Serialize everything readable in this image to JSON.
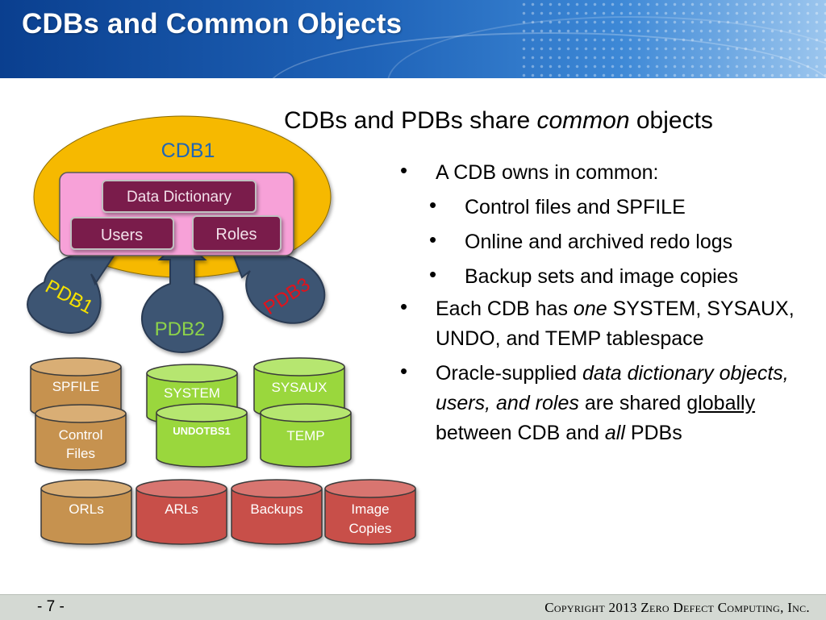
{
  "header": {
    "title": "CDBs and Common Objects"
  },
  "diagram": {
    "cdb_label": "CDB1",
    "data_dictionary_label": "Data Dictionary",
    "users_label": "Users",
    "roles_label": "Roles",
    "pdb1_label": "PDB1",
    "pdb2_label": "PDB2",
    "pdb3_label": "PDB3",
    "cylinders": {
      "spfile": "SPFILE",
      "control_files_1": "Control",
      "control_files_2": "Files",
      "system": "SYSTEM",
      "sysaux": "SYSAUX",
      "undotbs1": "UNDOTBS1",
      "temp": "TEMP",
      "orls": "ORLs",
      "arls": "ARLs",
      "backups": "Backups",
      "image_copies_1": "Image",
      "image_copies_2": "Copies"
    }
  },
  "content": {
    "subtitle": {
      "a": "CDBs and PDBs share ",
      "em": "common",
      "b": " objects"
    },
    "bullet1": "A CDB owns in common:",
    "sub1": "Control files and SPFILE",
    "sub2": "Online and archived redo logs",
    "sub3": "Backup sets and image copies",
    "bullet2": {
      "a": "Each CDB has ",
      "em": "one",
      "b": " SYSTEM, SYSAUX, UNDO, and TEMP tablespace"
    },
    "bullet3": {
      "a": "Oracle-supplied ",
      "em": "data dictionary objects, users, and roles",
      "b": " are shared ",
      "u": "globally",
      "c": " between CDB and ",
      "em2": "all",
      "d": " PDBs"
    }
  },
  "colors": {
    "header_blue": "#1f63b8",
    "cdb_ellipse": "#f6b900",
    "pink_box": "#f7a1d8",
    "maroon_box": "#7a1e4b",
    "pdb_shape": "#3d5473",
    "brown_cyl": "#c6924f",
    "green_cyl": "#9ad73d",
    "red_cyl": "#c8504a"
  },
  "footer": {
    "page": "- 7 -",
    "copyright": "Copyright 2013 Zero Defect Computing, Inc."
  }
}
